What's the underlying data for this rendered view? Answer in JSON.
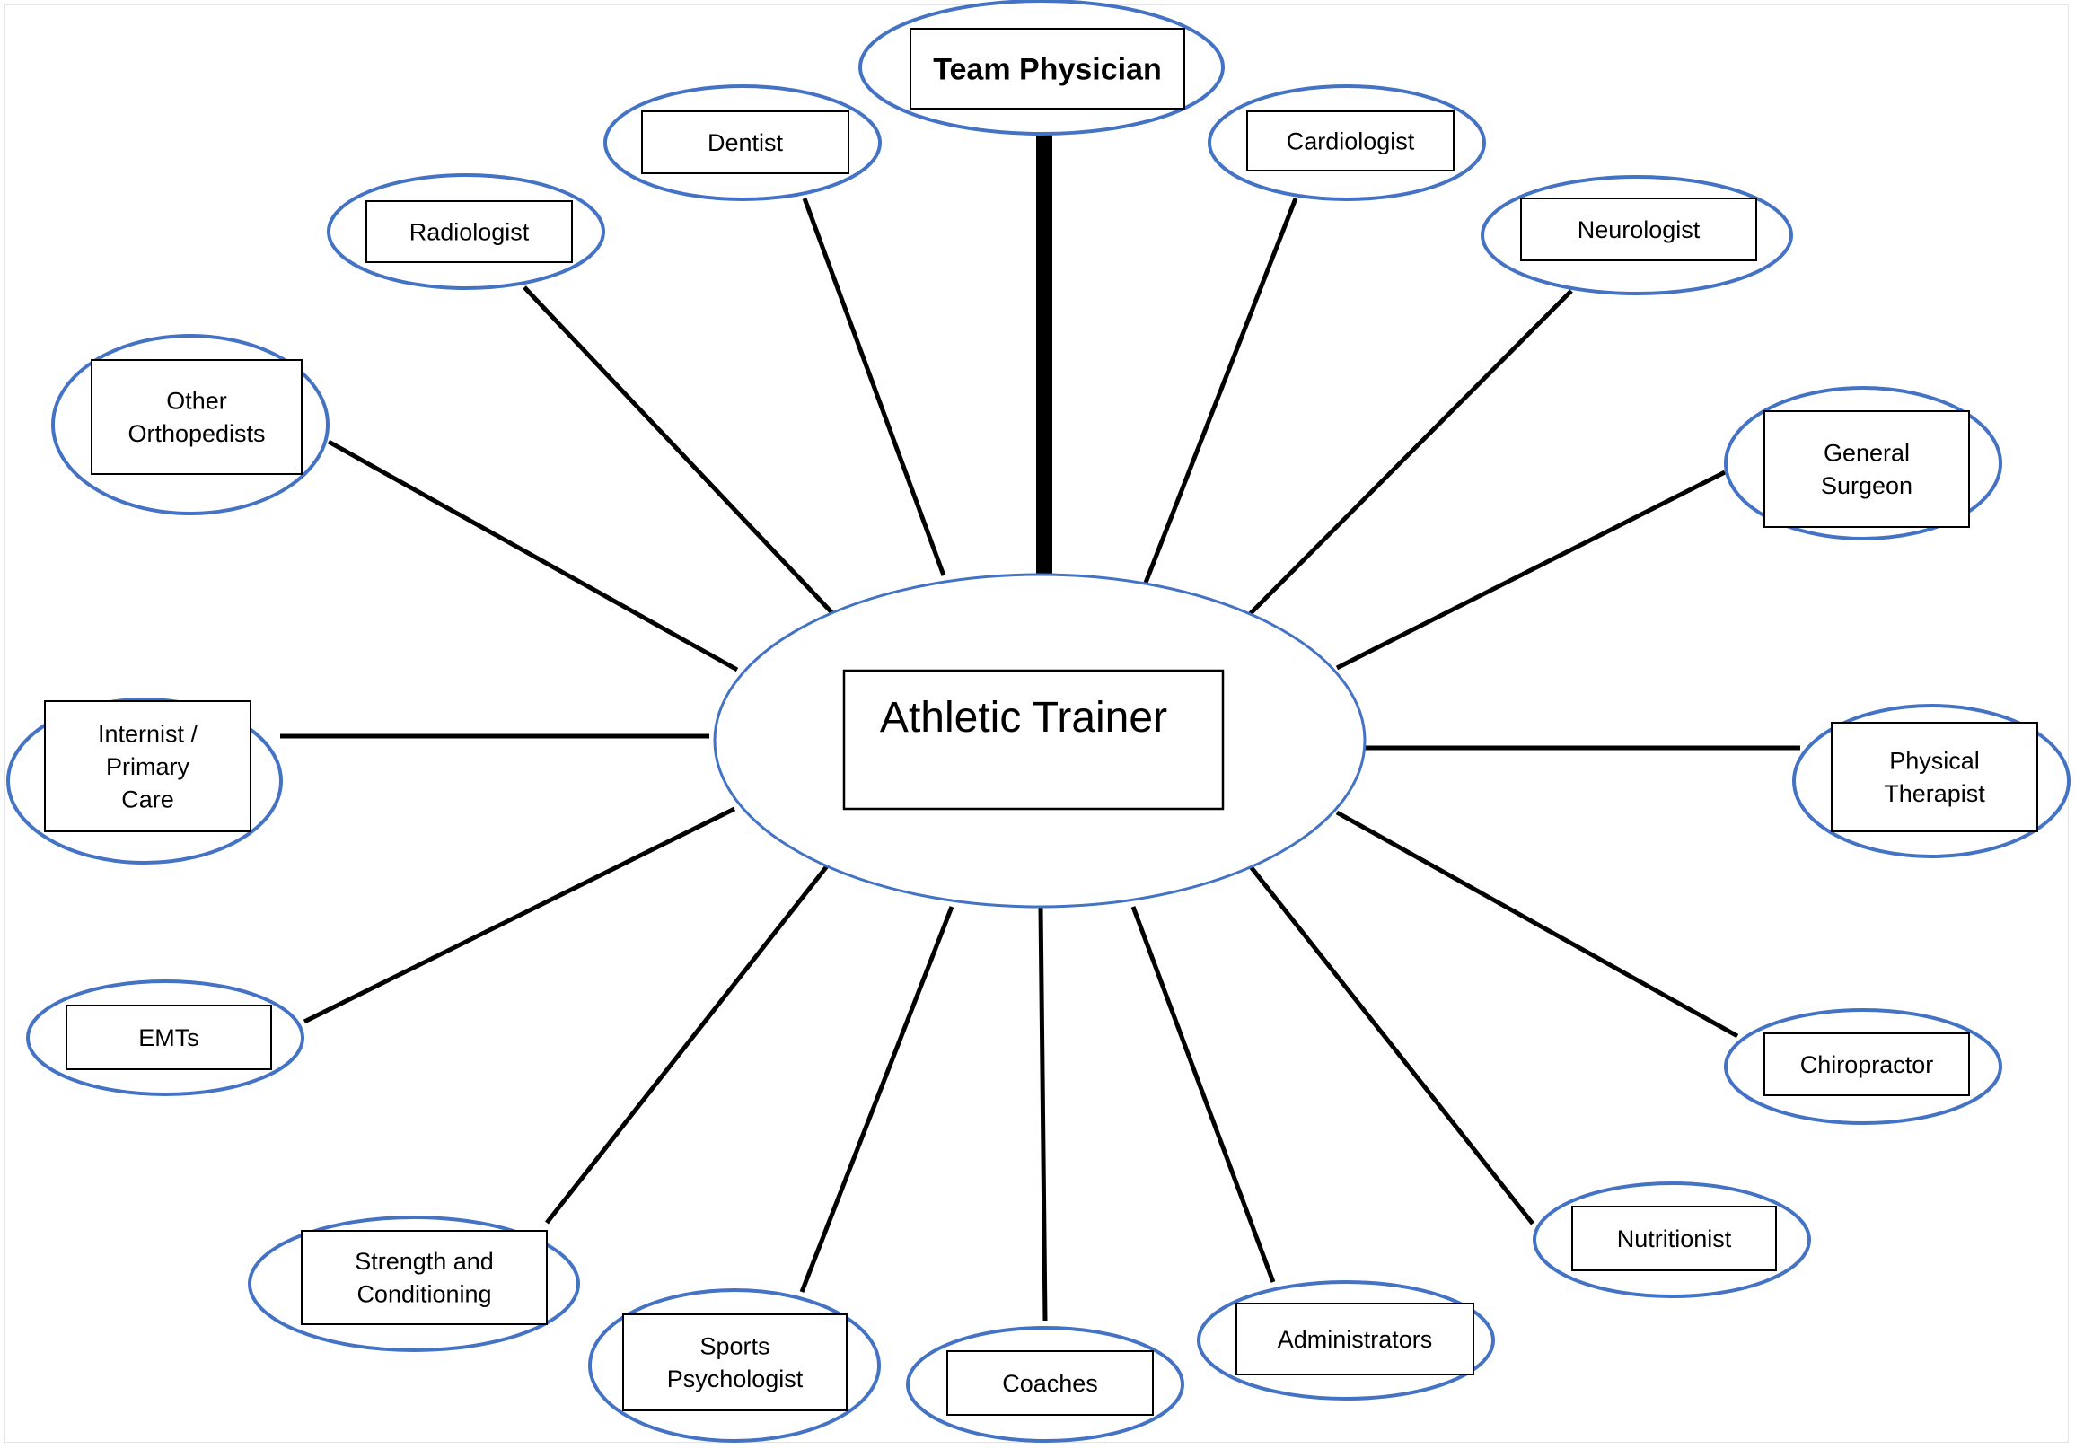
{
  "diagram": {
    "title": "Athletic Trainer sports medicine network",
    "colors": {
      "ellipse_stroke": "#4472C4",
      "box_stroke": "#000000",
      "line": "#000000",
      "background": "#FFFFFF"
    },
    "center": {
      "label_lines": [
        "Athletic Trainer"
      ]
    },
    "nodes": [
      {
        "id": "team-physician",
        "label_lines": [
          "Team Physician"
        ],
        "bold": true,
        "emphasized_link": true
      },
      {
        "id": "dentist",
        "label_lines": [
          "Dentist"
        ]
      },
      {
        "id": "cardiologist",
        "label_lines": [
          "Cardiologist"
        ]
      },
      {
        "id": "radiologist",
        "label_lines": [
          "Radiologist"
        ]
      },
      {
        "id": "neurologist",
        "label_lines": [
          "Neurologist"
        ]
      },
      {
        "id": "other-orthopedists",
        "label_lines": [
          "Other",
          "Orthopedists"
        ]
      },
      {
        "id": "general-surgeon",
        "label_lines": [
          "General",
          "Surgeon"
        ]
      },
      {
        "id": "internist-primary-care",
        "label_lines": [
          "Internist /",
          "Primary",
          "Care"
        ]
      },
      {
        "id": "physical-therapist",
        "label_lines": [
          "Physical",
          "Therapist"
        ]
      },
      {
        "id": "emts",
        "label_lines": [
          "EMTs"
        ]
      },
      {
        "id": "chiropractor",
        "label_lines": [
          "Chiropractor"
        ]
      },
      {
        "id": "strength-and-conditioning",
        "label_lines": [
          "Strength and",
          "Conditioning"
        ]
      },
      {
        "id": "nutritionist",
        "label_lines": [
          "Nutritionist"
        ]
      },
      {
        "id": "sports-psychologist",
        "label_lines": [
          "Sports",
          "Psychologist"
        ]
      },
      {
        "id": "administrators",
        "label_lines": [
          "Administrators"
        ]
      },
      {
        "id": "coaches",
        "label_lines": [
          "Coaches"
        ]
      }
    ]
  }
}
